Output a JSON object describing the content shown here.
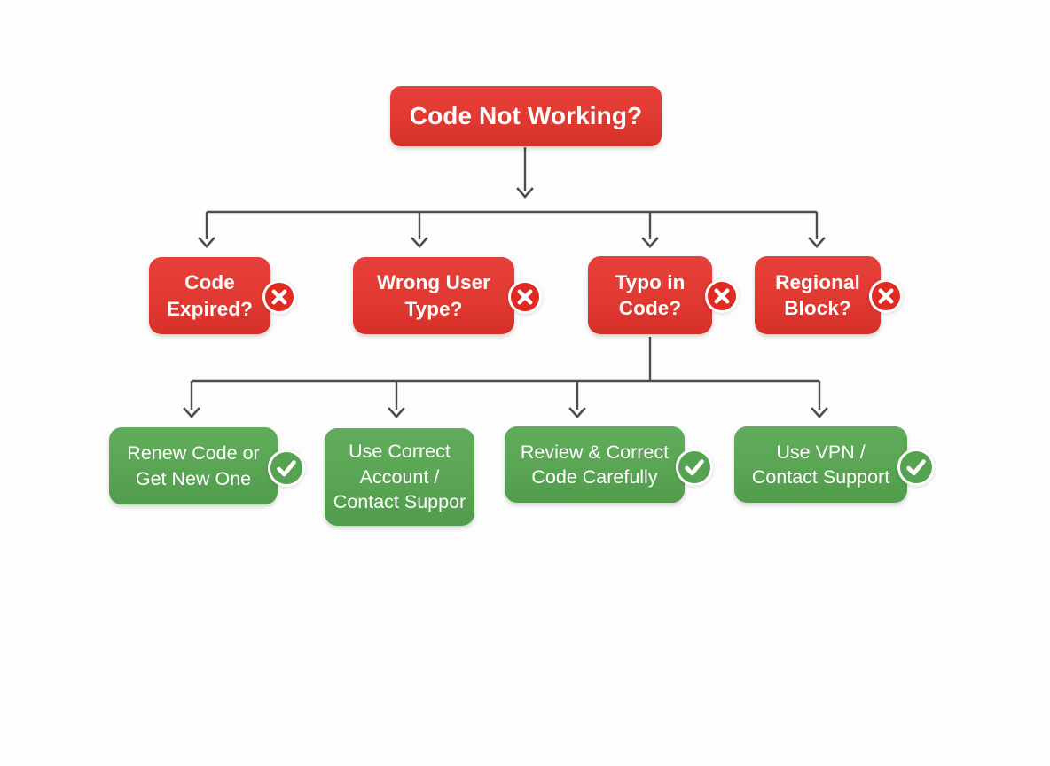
{
  "title": "Code Not Working? troubleshooting flowchart",
  "colors": {
    "node_red": "#E23B33",
    "node_red_dark": "#D63129",
    "node_green": "#5BA755",
    "node_green_dark": "#519C4C",
    "badge_red": "#E02B22",
    "badge_green": "#55A250",
    "connector": "#4B4D50",
    "text": "#FFFFFF",
    "background": "#FDFDFD"
  },
  "nodes": {
    "root": {
      "label": "Code Not Working?",
      "type": "question",
      "badge": "none"
    },
    "code_expired": {
      "label": "Code\nExpired?",
      "type": "problem",
      "badge": "x"
    },
    "wrong_user_type": {
      "label": "Wrong User\nType?",
      "type": "problem",
      "badge": "x"
    },
    "typo_in_code": {
      "label": "Typo in\nCode?",
      "type": "problem",
      "badge": "x"
    },
    "regional_block": {
      "label": "Regional\nBlock?",
      "type": "problem",
      "badge": "x"
    },
    "renew_code": {
      "label": "Renew Code or\nGet New One",
      "type": "solution",
      "badge": "check"
    },
    "correct_account": {
      "label": "Use Correct\nAccount /\nContact Suppor",
      "type": "solution",
      "badge": "none"
    },
    "review_code": {
      "label": "Review & Correct\nCode Carefully",
      "type": "solution",
      "badge": "check"
    },
    "use_vpn": {
      "label": "Use VPN /\nContact Support",
      "type": "solution",
      "badge": "check"
    }
  },
  "edges": [
    {
      "from": "root",
      "to": [
        "code_expired",
        "wrong_user_type",
        "typo_in_code",
        "regional_block"
      ]
    },
    {
      "from": "typo_in_code",
      "to": [
        "renew_code",
        "correct_account",
        "review_code",
        "use_vpn"
      ]
    }
  ]
}
